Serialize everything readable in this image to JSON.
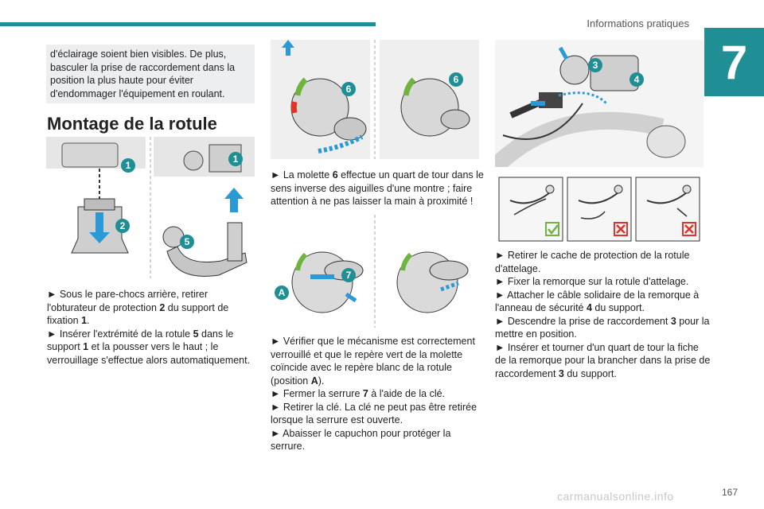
{
  "header": {
    "title": "Informations pratiques",
    "chapter": "7"
  },
  "note": {
    "text": "d'éclairage soient bien visibles. De plus, basculer la prise de raccordement dans la position la plus haute pour éviter d'endommager l'équipement en roulant."
  },
  "section": {
    "title": "Montage de la rotule"
  },
  "col1": {
    "steps": [
      [
        "► Sous le pare-chocs arrière, retirer l'obturateur de protection ",
        "2",
        " du support de fixation ",
        "1",
        "."
      ],
      [
        "► Insérer l'extrémité de la rotule ",
        "5",
        " dans le support ",
        "1",
        " et la pousser vers le haut ; le verrouillage s'effectue alors automatiquement."
      ]
    ],
    "callouts": [
      "1",
      "2",
      "1",
      "5"
    ]
  },
  "col2": {
    "step_a": [
      "► La molette ",
      "6",
      " effectue un quart de tour dans le sens inverse des aiguilles d'une montre ; faire attention à ne pas laisser la main à proximité !"
    ],
    "steps_b": [
      [
        "► Vérifier que le mécanisme est correctement verrouillé et que le repère vert de la molette coïncide avec le repère blanc de la rotule (position ",
        "A",
        ")."
      ],
      [
        "► Fermer la serrure ",
        "7",
        " à l'aide de la clé."
      ],
      [
        "► Retirer la clé. La clé ne peut pas être retirée lorsque la serrure est ouverte."
      ],
      [
        "► Abaisser le capuchon pour protéger la serrure."
      ]
    ],
    "callouts": [
      "6",
      "6",
      "7",
      "A"
    ]
  },
  "col3": {
    "steps": [
      [
        "► Retirer le cache de protection de la rotule d'attelage."
      ],
      [
        "► Fixer la remorque sur la rotule d'attelage."
      ],
      [
        "► Attacher le câble solidaire de la remorque à l'anneau de sécurité ",
        "4",
        " du support."
      ],
      [
        "► Descendre la prise de raccordement ",
        "3",
        " pour la mettre en position."
      ],
      [
        "► Insérer et tourner d'un quart de tour la fiche de la remorque pour la brancher dans la prise de raccordement ",
        "3",
        " du support."
      ]
    ],
    "callouts": [
      "3",
      "4"
    ]
  },
  "footer": {
    "page": "167",
    "watermark": "carmanualsonline.info"
  },
  "colors": {
    "accent": "#1f8f95",
    "arrow": "#2a9ad6",
    "note_bg": "#eceeef",
    "ok": "#6fb43f",
    "bad": "#e0342b"
  }
}
